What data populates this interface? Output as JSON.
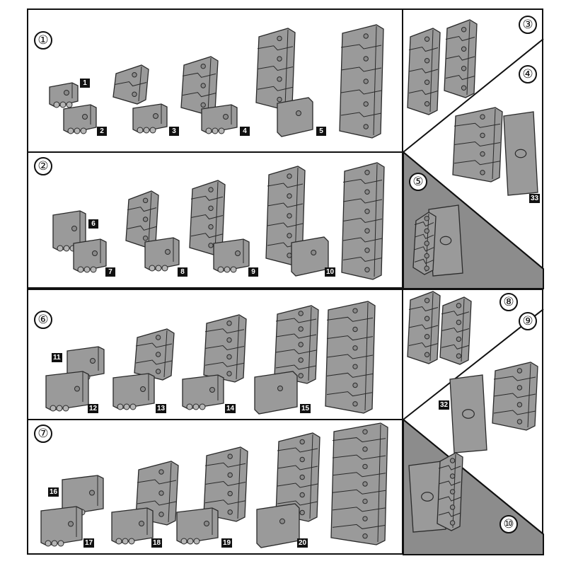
{
  "steps": {
    "s1": "①",
    "s2": "②",
    "s3": "③",
    "s4": "④",
    "s5": "⑤",
    "s6": "⑥",
    "s7": "⑦",
    "s8": "⑧",
    "s9": "⑨",
    "s10": "⑩"
  },
  "parts": {
    "p1": "1",
    "p2": "2",
    "p3": "3",
    "p4": "4",
    "p5": "5",
    "p6": "6",
    "p7": "7",
    "p8": "8",
    "p9": "9",
    "p10": "10",
    "p11": "11",
    "p12": "12",
    "p13": "13",
    "p14": "14",
    "p15": "15",
    "p16": "16",
    "p17": "17",
    "p18": "18",
    "p19": "19",
    "p20": "20",
    "p32": "32",
    "p33": "33"
  },
  "colors": {
    "panel_border": "#111111",
    "part_fill": "#9a9a9a",
    "shaded_panel": "#8c8c8c"
  }
}
